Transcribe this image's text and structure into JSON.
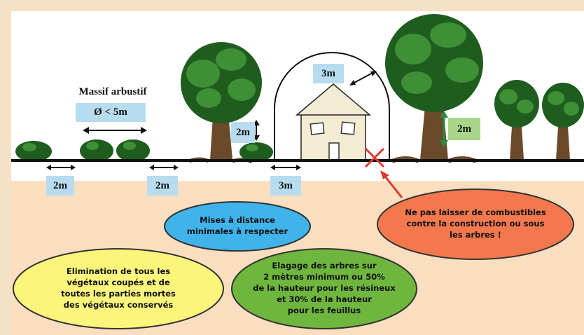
{
  "colors": {
    "sky": "#ffffff",
    "soil": "#f9dfc0",
    "frame": "#f5e1c6",
    "ground_line": "#111111",
    "foliage_dark": "#1f5d1f",
    "foliage_light": "#3e8f36",
    "trunk": "#6b4a2b",
    "house_wall": "#f3ecd2",
    "label_blue": "#b8dcef",
    "label_green": "#a8d58a",
    "ellipse_blue": "#3fb3ea",
    "ellipse_orange": "#f3784d",
    "ellipse_yellow": "#fbf57b",
    "ellipse_green": "#6fb63e",
    "green_arrow": "#2e8b3e",
    "red_arrow": "#e03a2f"
  },
  "labels": {
    "massif_title": "Massif arbustif",
    "massif_diameter": "Ø  < 5m",
    "dist_shrub_1": "2m",
    "dist_shrub_2": "2m",
    "dist_house": "3m",
    "dome_distance": "3m",
    "shrub_height": "2m",
    "tree_height": "2m"
  },
  "ellipses": {
    "distances": "Mises à distance\nminimales à respecter",
    "combustibles": "Ne pas laisser de combustibles\ncontre la construction ou sous\nles arbres !",
    "elimination": "Elimination de tous les\nvégétaux coupés et de\ntoutes les parties mortes\ndes végétaux conservés",
    "elagage": "Elagage des arbres sur\n2 mètres minimum ou 50%\nde la hauteur pour les résineux\net 30% de la hauteur\npour les feuillus"
  },
  "icons": [
    "distance-arrow-icon",
    "height-arrow-icon",
    "cross-icon",
    "pointer-arrow-icon",
    "tree-icon",
    "shrub-icon",
    "house-icon"
  ]
}
